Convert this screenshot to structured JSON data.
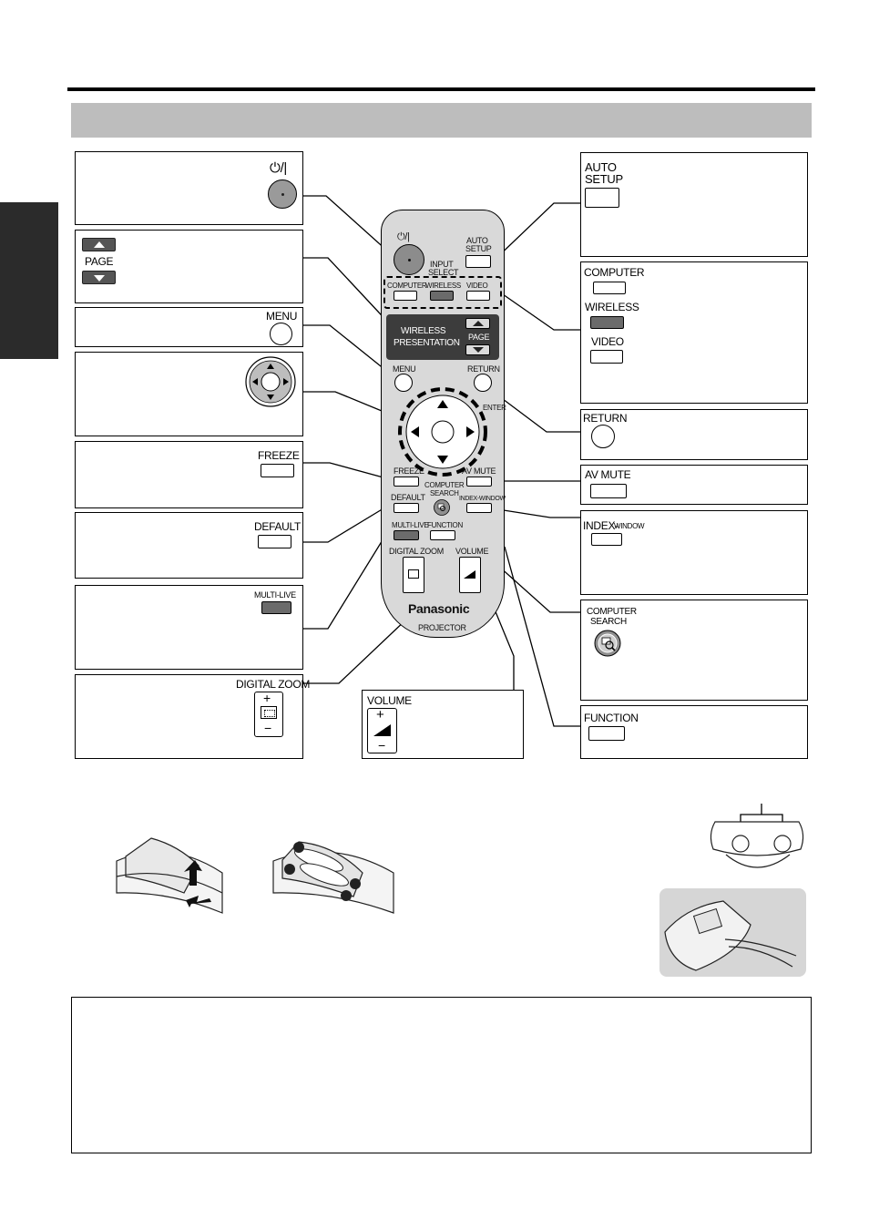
{
  "colors": {
    "header_bar": "#bdbdbd",
    "side_tab": "#2b2b2b",
    "dark_button": "#6b6b6b",
    "remote_body": "#d9d9d9"
  },
  "callouts": {
    "power_symbol": "⏻/|",
    "page": "PAGE",
    "menu": "MENU",
    "freeze": "FREEZE",
    "default": "DEFAULT",
    "multi_live": "MULTI-LIVE",
    "digital_zoom": "DIGITAL ZOOM",
    "volume": "VOLUME",
    "auto_setup_line1": "AUTO",
    "auto_setup_line2": "SETUP",
    "computer": "COMPUTER",
    "wireless": "WIRELESS",
    "video": "VIDEO",
    "return": "RETURN",
    "av_mute": "AV MUTE",
    "index_window": "INDEX-",
    "index_window_suffix": "WINDOW",
    "computer_search_line1": "COMPUTER",
    "computer_search_line2": "SEARCH",
    "function": "FUNCTION",
    "plus": "+",
    "minus": "−"
  },
  "remote": {
    "power": "⏻/|",
    "auto_setup_1": "AUTO",
    "auto_setup_2": "SETUP",
    "input_1": "INPUT",
    "input_2": "SELECT",
    "computer": "COMPUTER",
    "wireless": "WIRELESS",
    "video": "VIDEO",
    "wp_1": "WIRELESS",
    "wp_2": "PRESENTATION",
    "page": "PAGE",
    "menu": "MENU",
    "return": "RETURN",
    "enter": "ENTER",
    "freeze": "FREEZE",
    "av_mute": "AV MUTE",
    "cs_1": "COMPUTER",
    "cs_2": "SEARCH",
    "default": "DEFAULT",
    "index": "INDEX-WINDOW",
    "multi_live": "MULTI-LIVE",
    "function": "FUNCTION",
    "digital_zoom": "DIGITAL ZOOM",
    "volume": "VOLUME",
    "brand": "Panasonic",
    "product": "PROJECTOR"
  }
}
